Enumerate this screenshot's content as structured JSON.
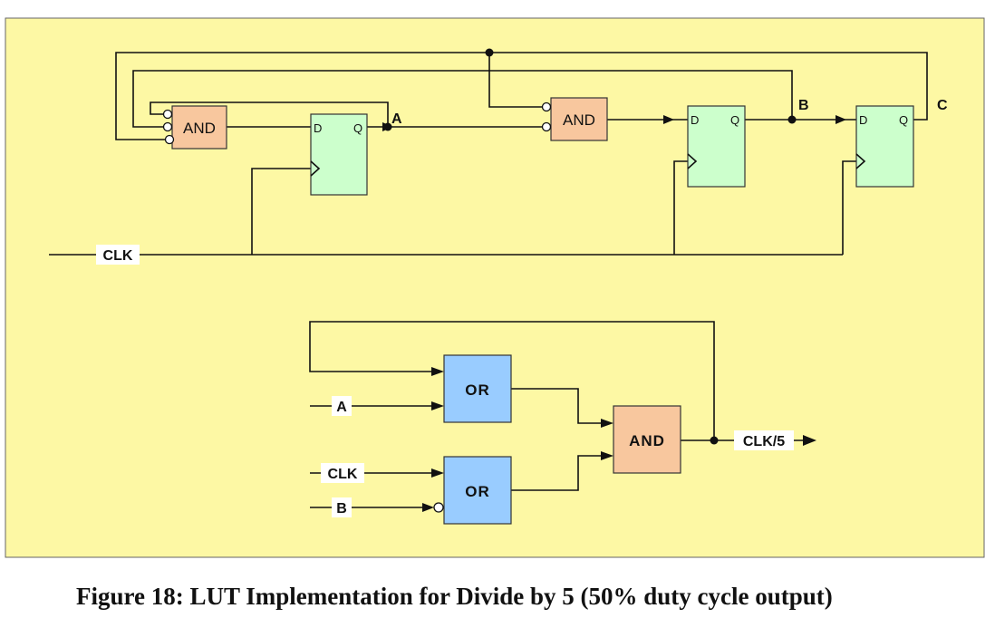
{
  "colors": {
    "panel_bg": "#fdf8a4",
    "and_gate": "#f8c79e",
    "flipflop": "#ccffcc",
    "or_gate": "#99ccff"
  },
  "gates": {
    "and1": "AND",
    "and2": "AND",
    "and3": "AND",
    "or1": "OR",
    "or2": "OR"
  },
  "flipflops": {
    "d_pin": "D",
    "q_pin": "Q"
  },
  "nets": {
    "a": "A",
    "b": "B",
    "c": "C"
  },
  "signals": {
    "clk_top": "CLK",
    "a_in": "A",
    "clk_in": "CLK",
    "b_in": "B",
    "out": "CLK/5"
  },
  "caption": "Figure 18: LUT Implementation for Divide by 5 (50% duty cycle output)"
}
